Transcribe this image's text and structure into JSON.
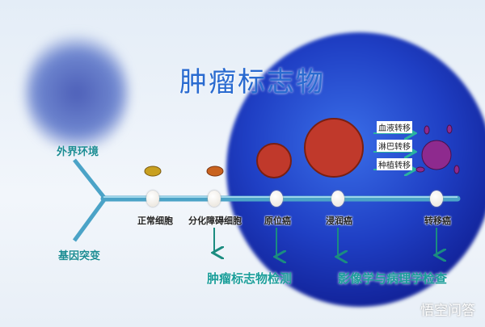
{
  "title": "肿瘤标志物",
  "branches": {
    "top": "外界环境",
    "bottom": "基因突变"
  },
  "stages": [
    "正常细胞",
    "分化障碍细胞",
    "原位癌",
    "浸润癌",
    "转移癌"
  ],
  "metastasis": [
    "血液转移",
    "淋巴转移",
    "种植转移"
  ],
  "detection": {
    "left": "肿瘤标志物检测",
    "right": "影像学与病理学检查"
  },
  "watermark": "悟空问答",
  "colors": {
    "line": "#4ba3c7",
    "text_teal": "#1b9e9a",
    "title": "#2a6bd0"
  }
}
